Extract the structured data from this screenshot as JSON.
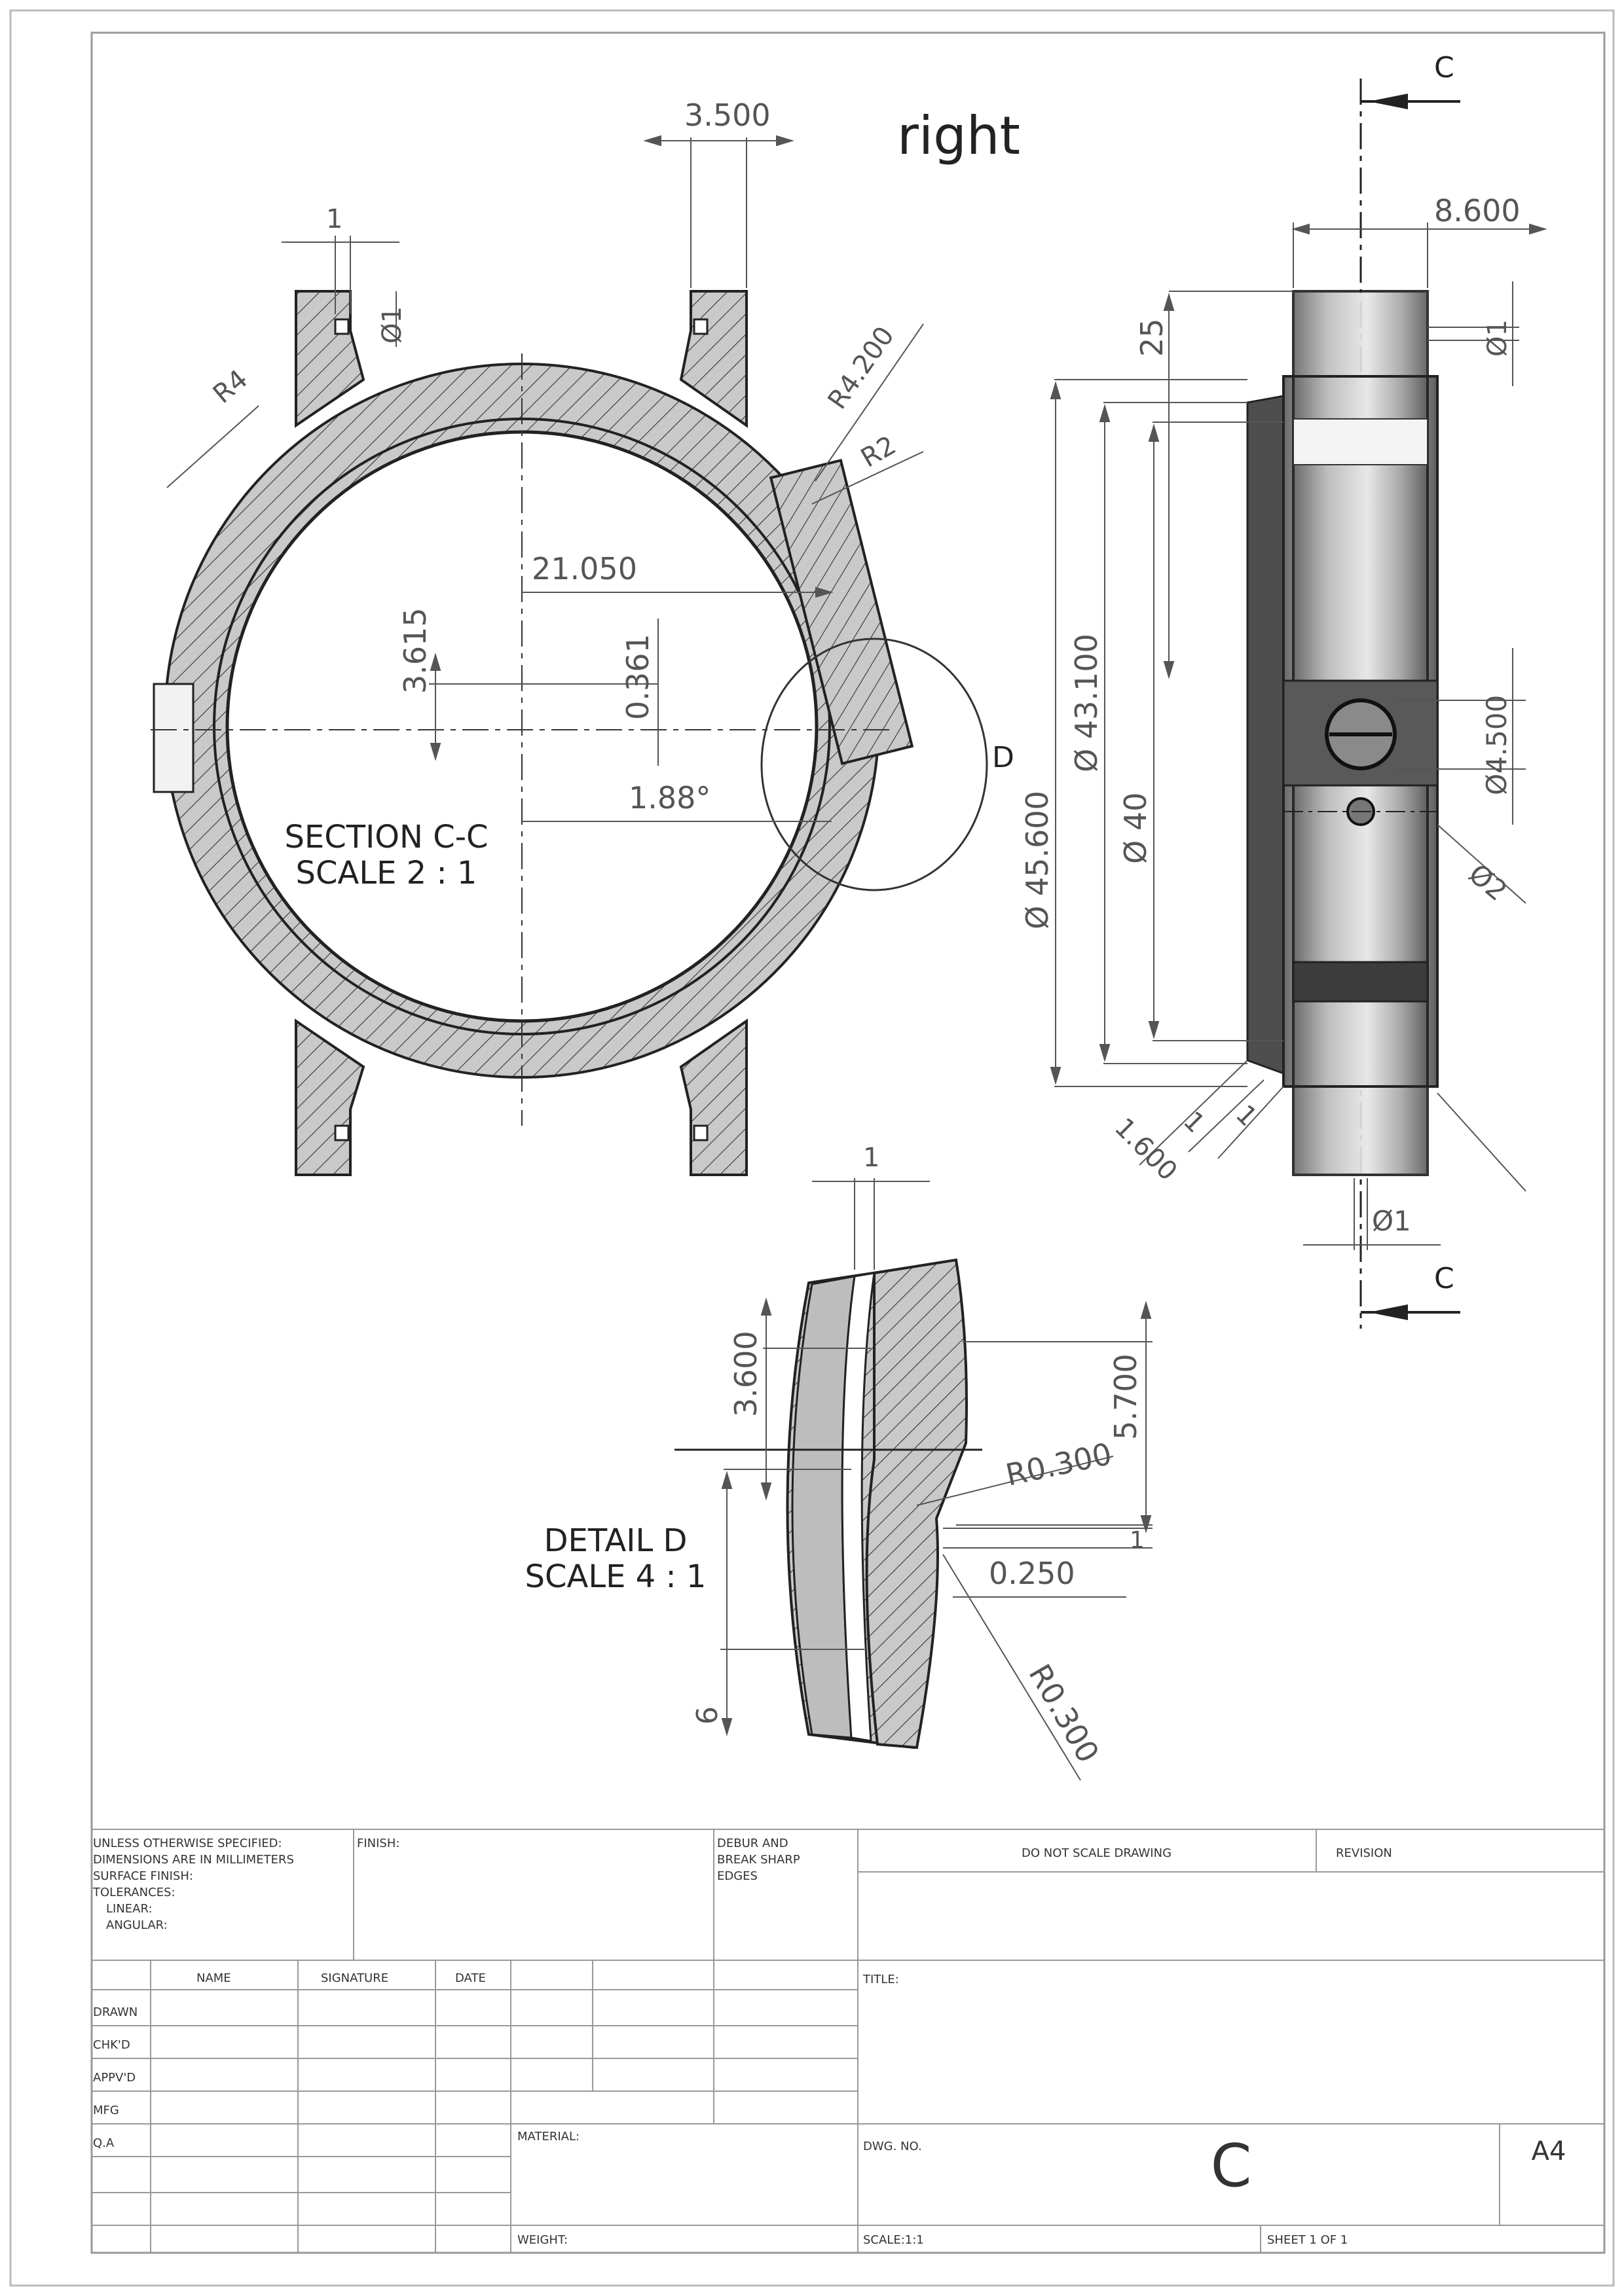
{
  "view_title": "right",
  "dimensions": {
    "lug_width": "3.500",
    "tab_width": "1",
    "pin_hole_left": "Ø1",
    "radius_r4": "R4",
    "radius_r4200": "R4.200",
    "radius_r2": "R2",
    "inner_radius": "21.050",
    "offset_3615": "3.615",
    "offset_0361": "0.361",
    "angle": "1.88°",
    "side_depth": "8.600",
    "side_25": "25",
    "side_pin": "Ø1",
    "dia_45600": "Ø 45.600",
    "dia_43100": "Ø 43.100",
    "dia_40": "Ø 40",
    "dia_4500": "Ø4.500",
    "dia_2": "Ø2",
    "step_1600": "1.600",
    "step_1a": "1",
    "step_1b": "1",
    "bottom_pin": "Ø1",
    "detail_top": "1",
    "detail_3600": "3.600",
    "detail_5700": "5.700",
    "detail_r0300_top": "R0.300",
    "detail_1": "1",
    "detail_0250": "0.250",
    "detail_r0300_bottom": "R0.300",
    "detail_6": "6"
  },
  "section_label": {
    "line1": "SECTION C-C",
    "line2": "SCALE 2 : 1"
  },
  "detail_marker": "D",
  "cut_marker_top": "C",
  "cut_marker_bottom": "C",
  "detail_label": {
    "line1": "DETAIL D",
    "line2": "SCALE 4 : 1"
  },
  "title_block": {
    "unless_note": [
      "UNLESS OTHERWISE SPECIFIED:",
      "DIMENSIONS ARE IN MILLIMETERS",
      "SURFACE FINISH:",
      "TOLERANCES:",
      "LINEAR:",
      "ANGULAR:"
    ],
    "finish": "FINISH:",
    "deburr": [
      "DEBUR AND",
      "BREAK SHARP",
      "EDGES"
    ],
    "do_not_scale": "DO NOT SCALE DRAWING",
    "revision": "REVISION",
    "col_name": "NAME",
    "col_signature": "SIGNATURE",
    "col_date": "DATE",
    "rows": [
      "DRAWN",
      "CHK'D",
      "APPV'D",
      "MFG",
      "Q.A"
    ],
    "title": "TITLE:",
    "material": "MATERIAL:",
    "dwg_no": "DWG. NO.",
    "dwg_value": "C",
    "size": "A4",
    "weight": "WEIGHT:",
    "scale": "SCALE:1:1",
    "sheet": "SHEET 1 OF 1"
  }
}
